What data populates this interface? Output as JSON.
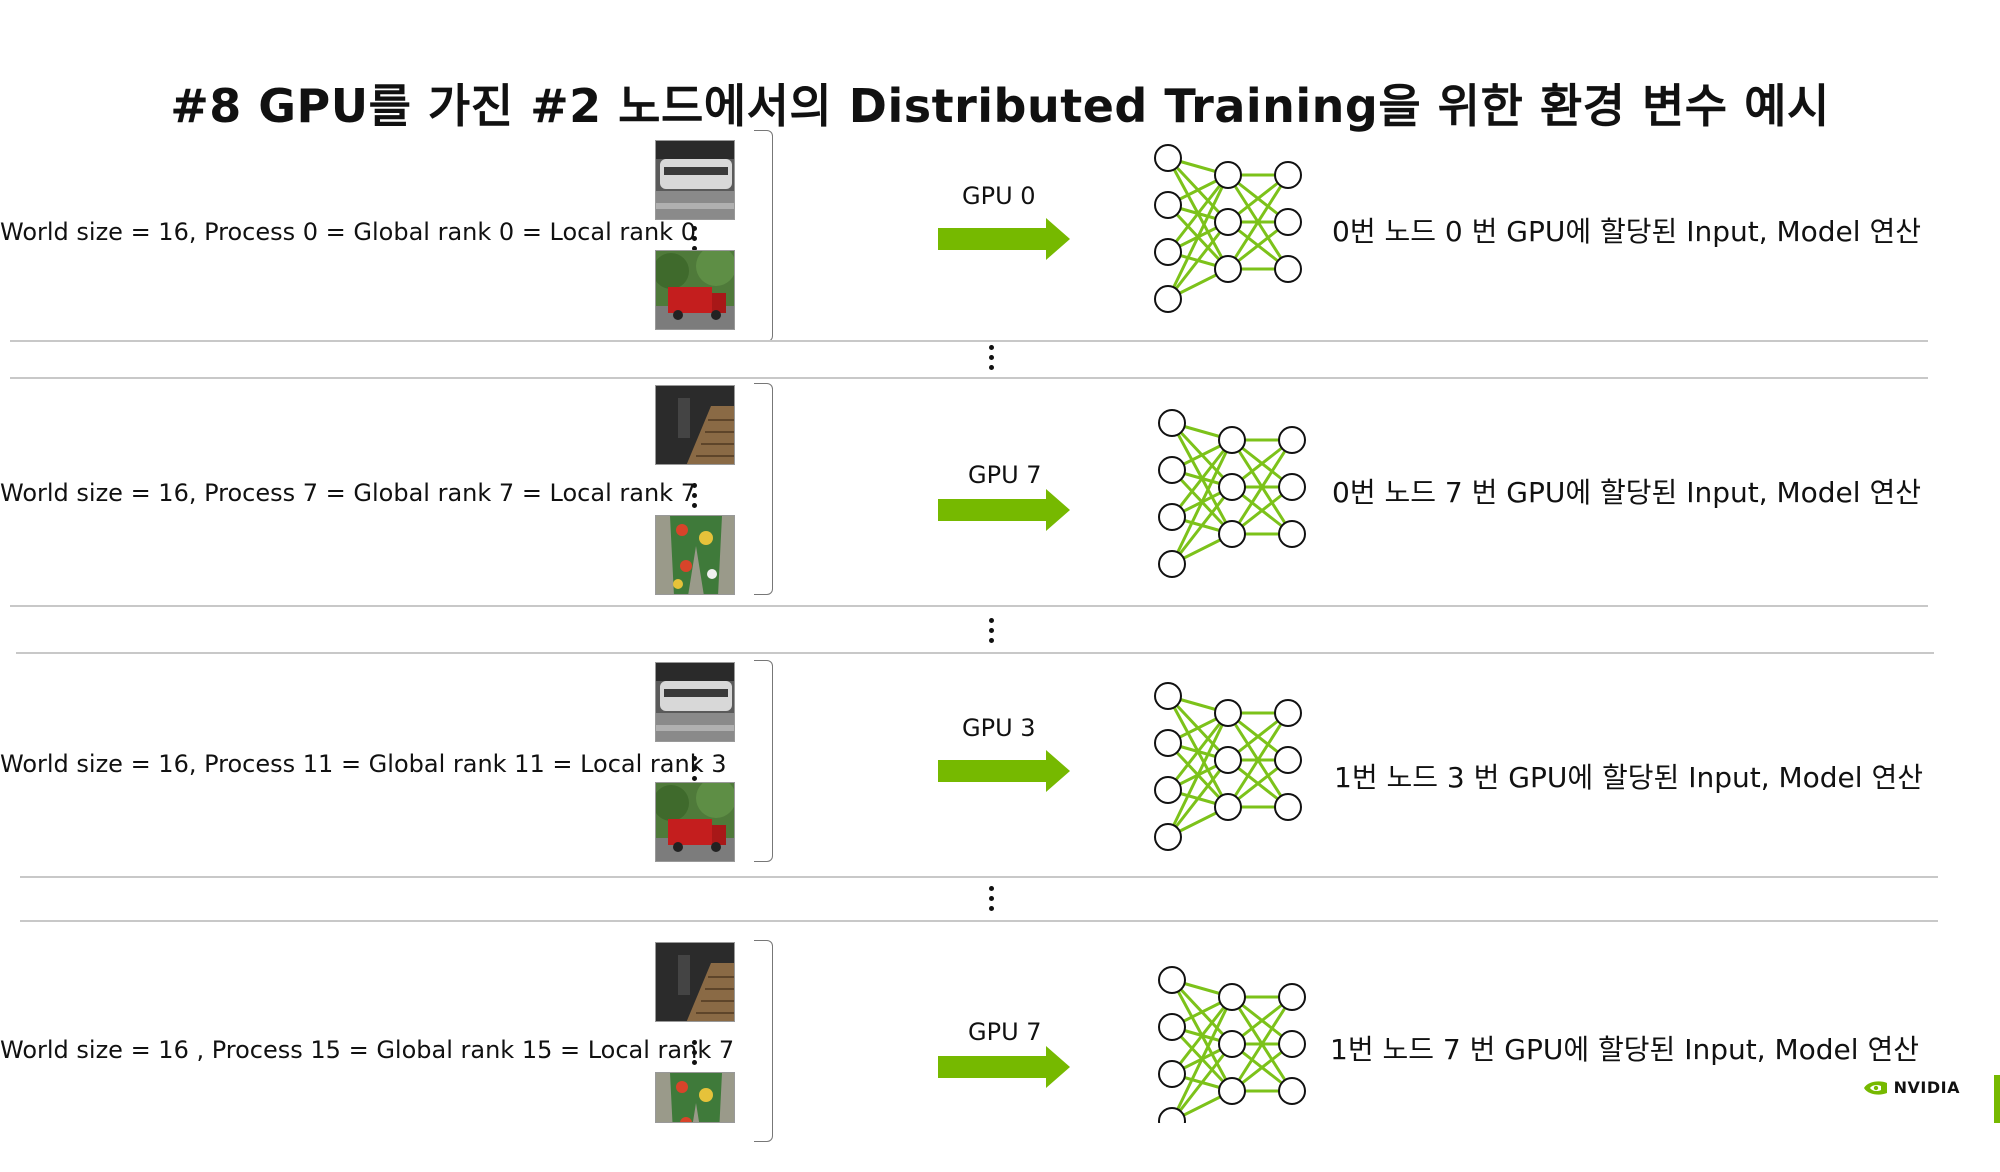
{
  "title": "#8 GPU를 가진 #2 노드에서의 Distributed Training을 위한 환경 변수 예시",
  "rows": [
    {
      "label": "World size = 16, Process 0 = Global rank 0 = Local rank 0",
      "gpu": "GPU 0",
      "desc": "0번 노드 0 번 GPU에 할당된 Input, Model 연산",
      "images": [
        "train-image",
        "truck-image"
      ]
    },
    {
      "label": "World size = 16, Process 7 = Global rank 7 = Local rank 7",
      "gpu": "GPU 7",
      "desc": "0번 노드 7 번 GPU에 할당된 Input, Model 연산",
      "images": [
        "stairs-image",
        "garment-image"
      ]
    },
    {
      "label": "World size = 16, Process 11 = Global rank 11 = Local rank 3",
      "gpu": "GPU 3",
      "desc": "1번 노드 3 번 GPU에 할당된 Input, Model 연산",
      "images": [
        "train-image",
        "truck-image"
      ]
    },
    {
      "label": "World size = 16 , Process 15 = Global rank 15 = Local rank 7",
      "gpu": "GPU 7",
      "desc": "1번 노드 7 번 GPU에 할당된 Input, Model 연산",
      "images": [
        "stairs-image",
        "garment-image"
      ]
    }
  ],
  "logo_text": "NVIDIA",
  "colors": {
    "accent": "#76b900",
    "network": "#7cc21a",
    "text": "#111111",
    "separator": "#c8c8c8"
  },
  "icons": {
    "arrow": "right-arrow-icon",
    "network": "neural-network-icon",
    "ellipsis": "vertical-ellipsis-icon"
  }
}
